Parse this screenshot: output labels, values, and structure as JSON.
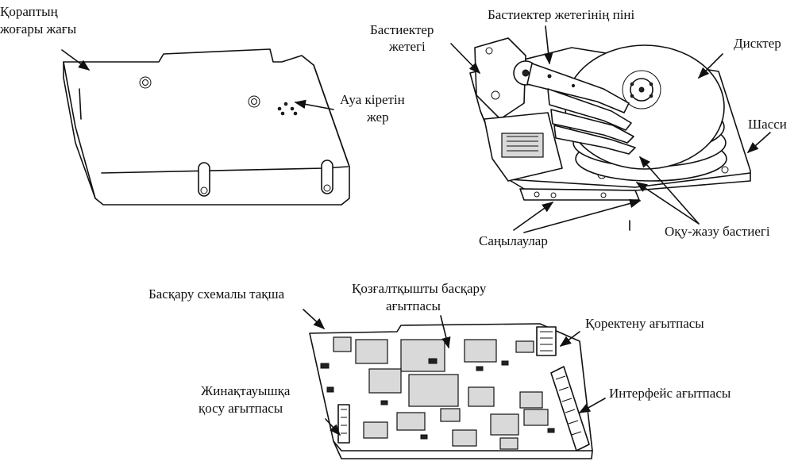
{
  "labels": {
    "case_top": [
      "Қораптың",
      "жоғары жағы"
    ],
    "air_inlet": [
      "Ауа кіретін",
      "жер"
    ],
    "head_actuator": [
      "Бастиектер",
      "жетегі"
    ],
    "actuator_axis": "Бастиектер жетегінің піні",
    "disks": "Дисктер",
    "chassis": "Шасси",
    "read_write_head": "Оқу-жазу бастиегі",
    "holes": "Саңылаулар",
    "control_board": "Басқару схемалы тақша",
    "motor_connector": [
      "Қозғалтқышты басқару",
      "ағытпасы"
    ],
    "power_connector": "Қоректену ағытпасы",
    "drive_connector": [
      "Жинақтауышқа",
      "қосу ағытпасы"
    ],
    "interface_connector": "Интерфейс ағытпасы"
  },
  "colors": {
    "ink": "#111111",
    "background": "#ffffff"
  }
}
